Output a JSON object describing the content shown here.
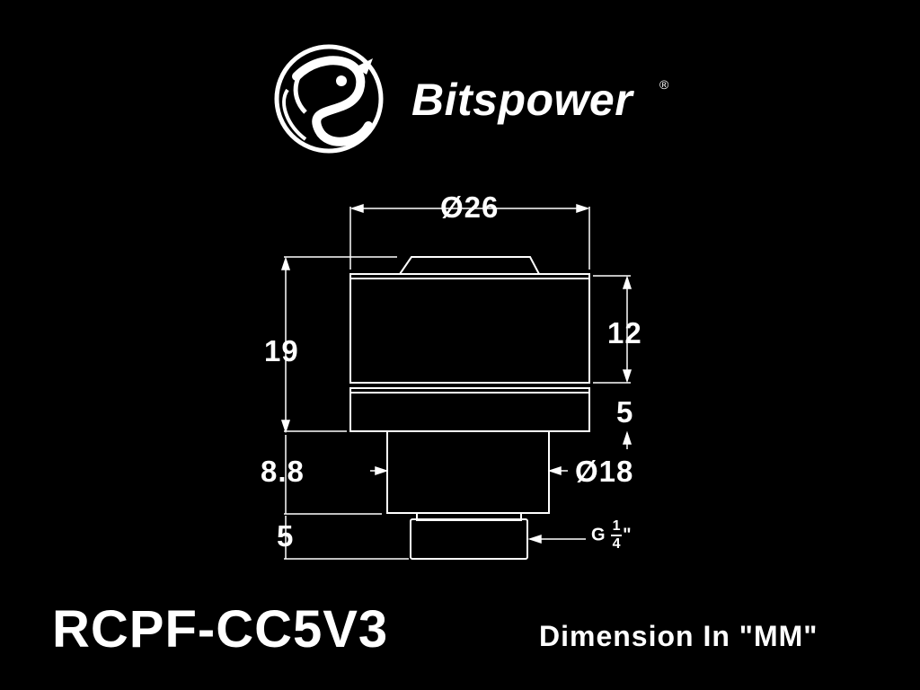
{
  "brand": {
    "name": "Bitspower",
    "registered": "®",
    "logo_icon": "dragon-logo-icon"
  },
  "dimensions": {
    "diameter_top": "Ø26",
    "total_height": "19",
    "cap_height": "12",
    "ring_height": "5",
    "neck_height": "8.8",
    "neck_diameter": "Ø18",
    "thread_height": "5",
    "thread_prefix": "G",
    "thread_num": "1",
    "thread_den": "4",
    "thread_suffix": "\""
  },
  "footer": {
    "model": "RCPF-CC5V3",
    "units": "Dimension In \"MM\""
  },
  "colors": {
    "background": "#000000",
    "line": "#ffffff"
  }
}
